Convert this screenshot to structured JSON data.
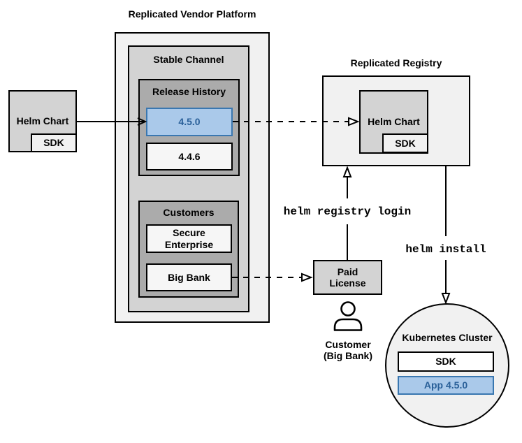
{
  "vendor_platform": {
    "title": "Replicated Vendor Platform",
    "stable_channel_label": "Stable Channel",
    "release_history_label": "Release History",
    "releases": [
      {
        "version": "4.5.0",
        "highlighted": true
      },
      {
        "version": "4.4.6",
        "highlighted": false
      }
    ],
    "customers_label": "Customers",
    "customer_items": [
      {
        "name": "Secure Enterprise"
      },
      {
        "name": "Big Bank"
      }
    ]
  },
  "source_helm_chart": {
    "label": "Helm Chart",
    "sdk_label": "SDK"
  },
  "registry": {
    "title": "Replicated Registry",
    "helm_chart_label": "Helm Chart",
    "sdk_label": "SDK"
  },
  "paid_license": {
    "label": "Paid License"
  },
  "customer": {
    "name": "Customer",
    "detail": "(Big Bank)"
  },
  "kubernetes": {
    "title": "Kubernetes Cluster",
    "sdk_label": "SDK",
    "app_label": "App 4.5.0"
  },
  "commands": {
    "registry_login": "helm registry login",
    "install": "helm install"
  },
  "colors": {
    "highlight_fill": "#aac9ea",
    "highlight_border": "#3a77b0",
    "highlight_text": "#2a6099",
    "container_light": "#f1f1f1",
    "container_mid": "#d3d3d3",
    "container_dark": "#ababab"
  }
}
